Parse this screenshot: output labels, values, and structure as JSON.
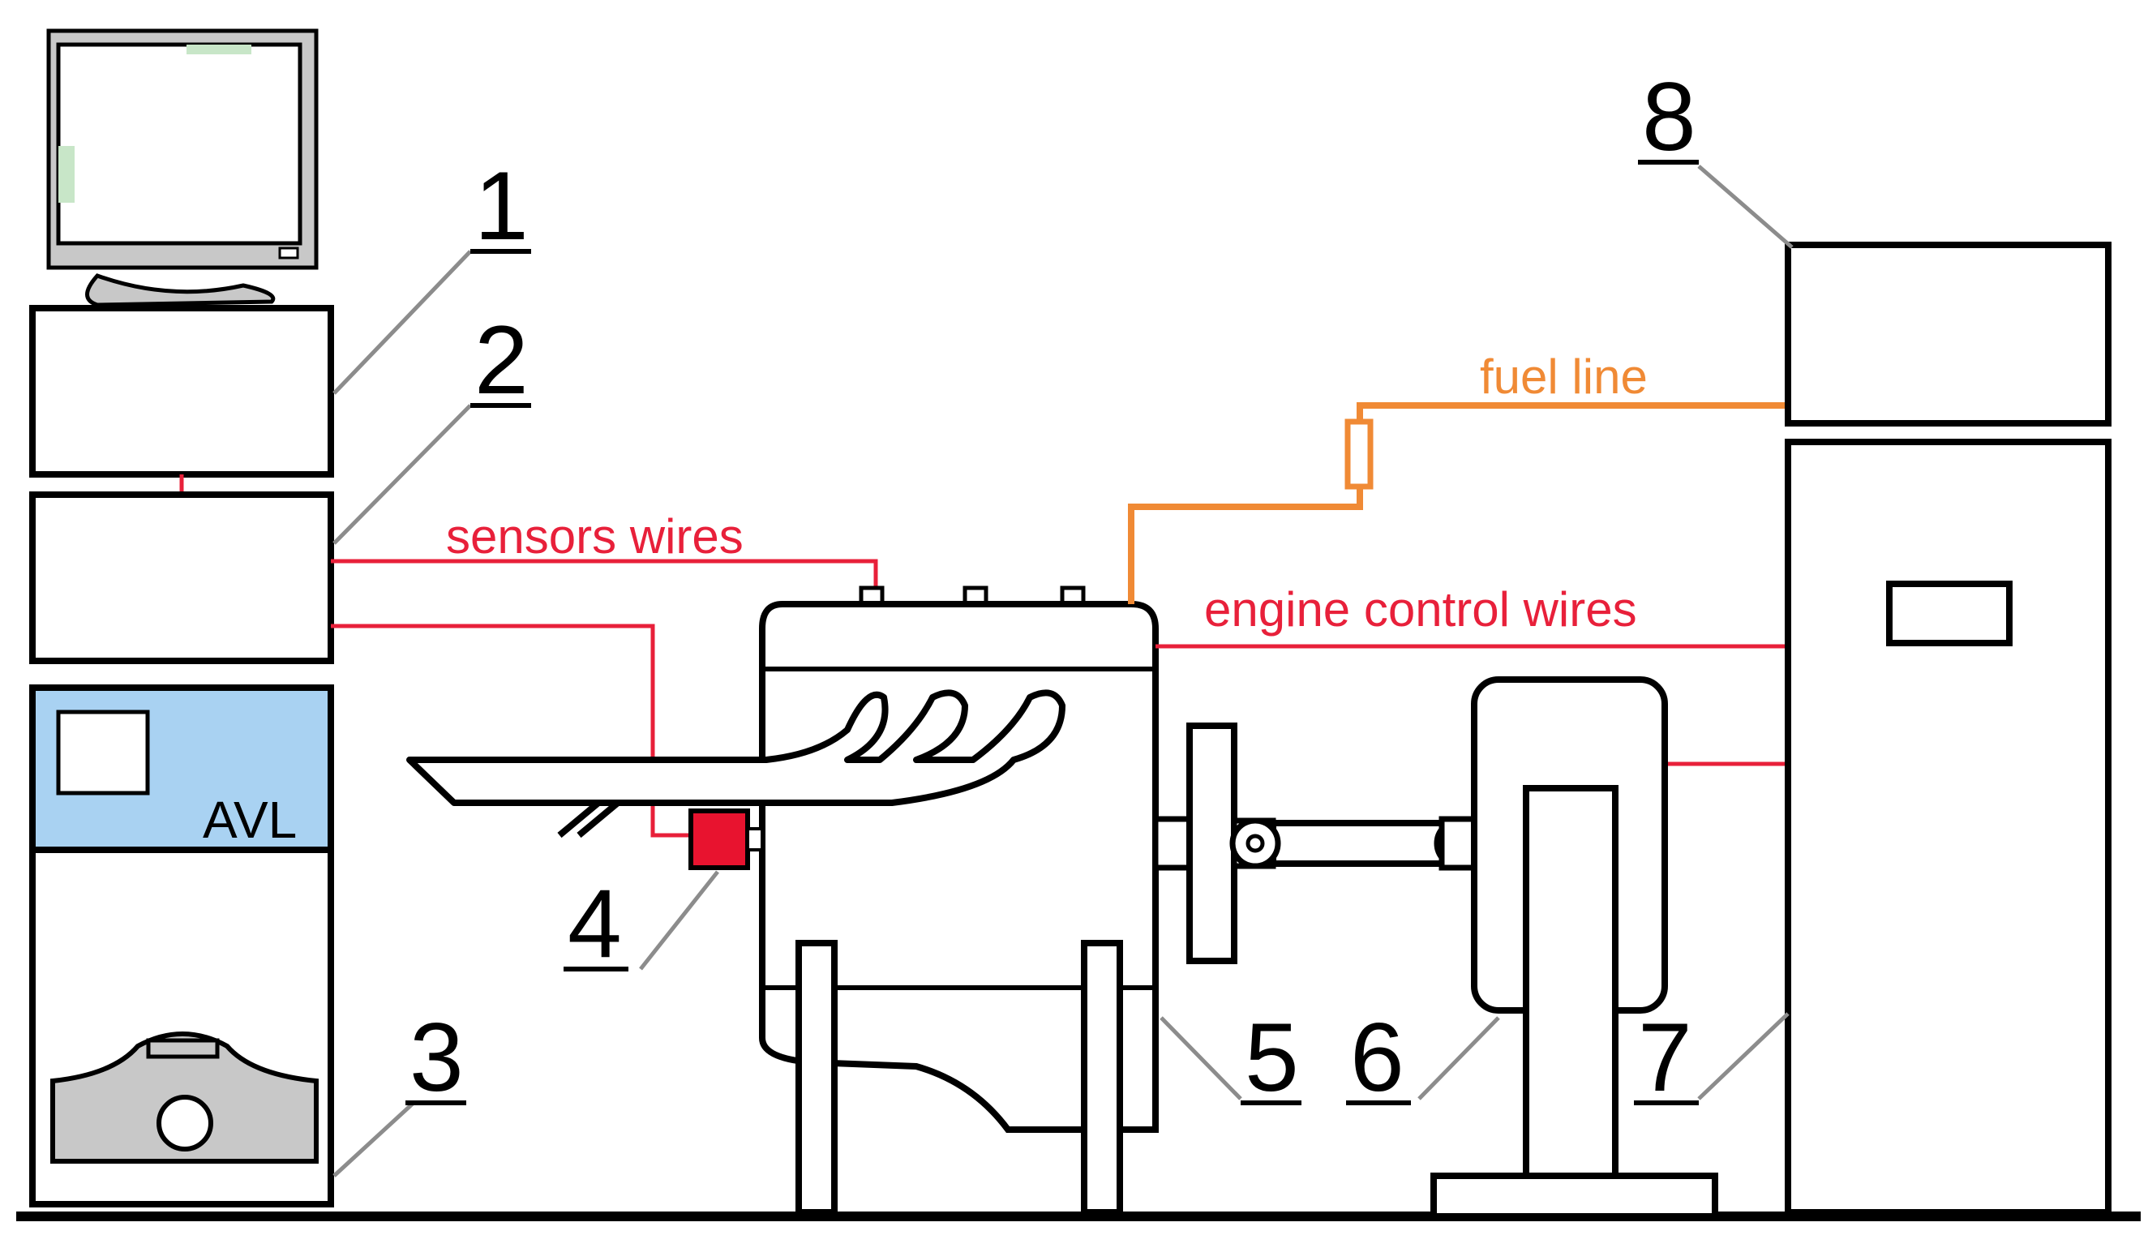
{
  "callouts": {
    "n1": "1",
    "n2": "2",
    "n3": "3",
    "n4": "4",
    "n5": "5",
    "n6": "6",
    "n7": "7",
    "n8": "8"
  },
  "wires": {
    "sensors": "sensors wires",
    "engine_control": "engine control wires",
    "fuel": "fuel line"
  },
  "analyzer": {
    "brand": "AVL"
  },
  "colors": {
    "line": "#000000",
    "wire_red": "#e8203a",
    "fuel_orange": "#f08a35",
    "avl_blue": "#a9d2f2",
    "gray_fill": "#c8c8c8",
    "sensor_red": "#e8132f",
    "leader_gray": "#8c8c8c"
  }
}
